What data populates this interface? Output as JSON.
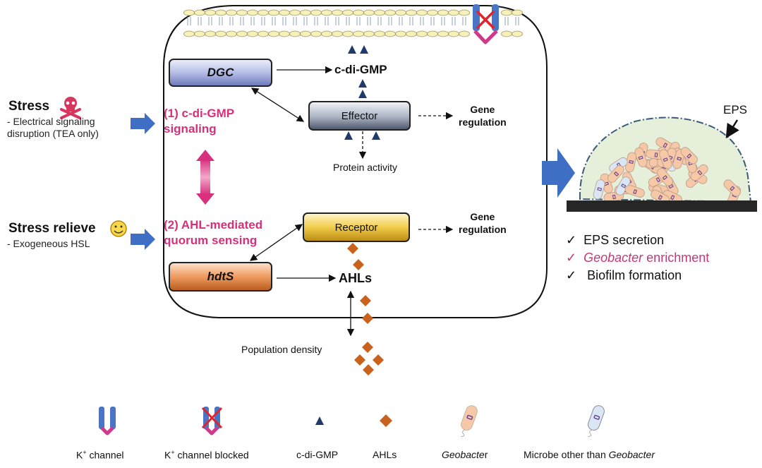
{
  "inputs": {
    "stress": {
      "title": "Stress",
      "icon": "skull-crossbones-icon",
      "description_lines": [
        "- Electrical signaling",
        "disruption (TEA only)"
      ]
    },
    "stress_relieve": {
      "title": "Stress relieve",
      "icon": "smiley-face-icon",
      "description_lines": [
        "- Exogeneous HSL"
      ]
    }
  },
  "cell": {
    "pathways": {
      "p1": [
        "(1) c-di-GMP",
        "signaling"
      ],
      "p2": [
        "(2) AHL-mediated",
        "quorum sensing"
      ]
    },
    "nodes": {
      "dgc": "DGC",
      "cdigmp": "c-di-GMP",
      "effector": "Effector",
      "protein_activity": "Protein activity",
      "gene_regulation_1": [
        "Gene",
        "regulation"
      ],
      "receptor": "Receptor",
      "gene_regulation_2": [
        "Gene",
        "regulation"
      ],
      "hdts": "hdtS",
      "ahls": "AHLs",
      "population_density": "Population density"
    }
  },
  "biofilm": {
    "eps_label": "EPS",
    "outcomes": [
      {
        "check": "✓",
        "text_italic": "",
        "text": "EPS secretion",
        "color": "#111111"
      },
      {
        "check": "✓",
        "text_italic": "Geobacter",
        "text": " enrichment",
        "color": "#c2397a"
      },
      {
        "check": "✓",
        "text_italic": "",
        "text": " Biofilm formation",
        "color": "#111111"
      }
    ]
  },
  "legend": [
    {
      "icon": "k-channel-icon",
      "label_pre": "K",
      "label_sup": "+",
      "label_post": " channel"
    },
    {
      "icon": "k-channel-blocked-icon",
      "label_pre": "K",
      "label_sup": "+",
      "label_post": " channel blocked"
    },
    {
      "icon": "c-di-gmp-triangle-icon",
      "label_pre": "c-di-GMP",
      "label_sup": "",
      "label_post": ""
    },
    {
      "icon": "ahl-diamond-icon",
      "label_pre": "AHLs",
      "label_sup": "",
      "label_post": ""
    },
    {
      "icon": "geobacter-cell-icon",
      "label_italic": "Geobacte",
      "label_post": "r"
    },
    {
      "icon": "other-microbe-cell-icon",
      "label_pre": "Microbe other than ",
      "label_italic": "Geobacter"
    }
  ],
  "colors": {
    "pathway_text": "#d4317a",
    "blue_arrow": "#3f6fc4",
    "cdigmp_triangle": "#1f3a6b",
    "ahl_diamond": "#c8621c",
    "channel_blue": "#4a74c6",
    "channel_pink": "#d0398a",
    "block_red": "#e0242a"
  }
}
